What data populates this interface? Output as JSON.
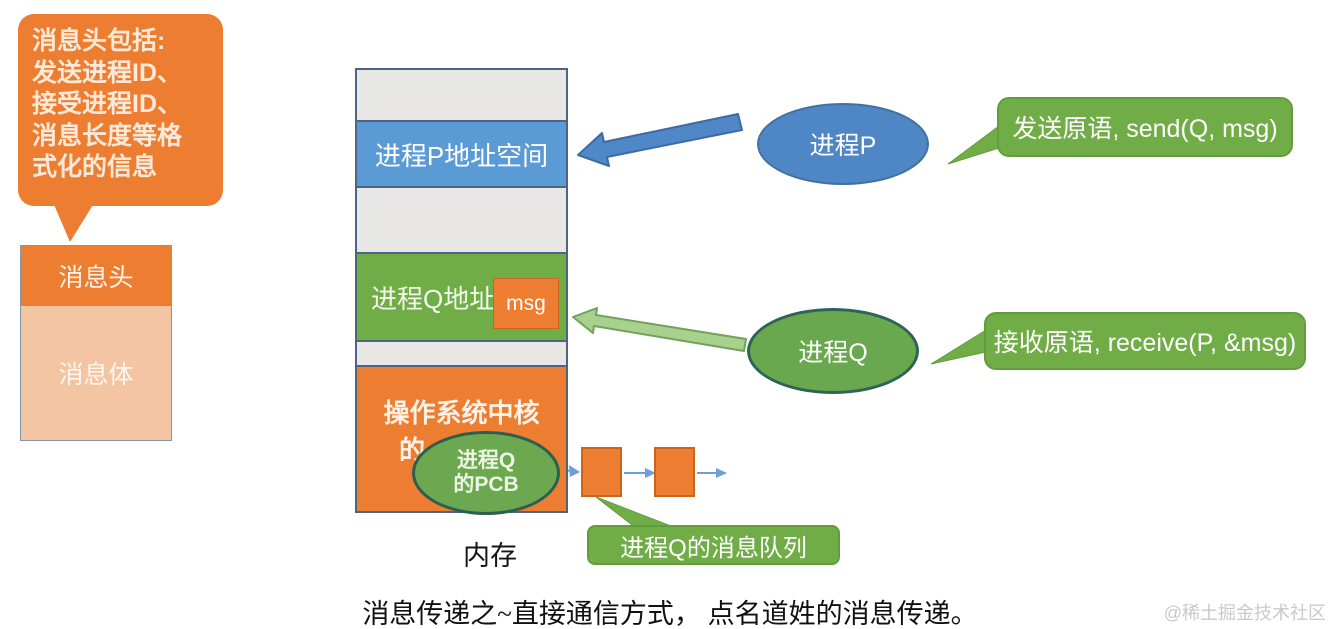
{
  "note_callout": {
    "lines": [
      "消息头包括:",
      "发送进程ID、",
      "接受进程ID、",
      "消息长度等格",
      "式化的信息"
    ]
  },
  "message_box": {
    "header": "消息头",
    "body": "消息体"
  },
  "memory": {
    "label": "内存",
    "segments": {
      "process_p": "进程P地址空间",
      "process_q": "进程Q地址",
      "kernel_line1": "操作系统中核",
      "kernel_line2": "的"
    },
    "msg_chip": "msg"
  },
  "pcb_ellipse": {
    "line1": "进程Q",
    "line2": "的PCB"
  },
  "process_p_label": "进程P",
  "process_q_label": "进程Q",
  "send_callout": "发送原语, send(Q, msg)",
  "receive_callout": "接收原语, receive(P, &msg)",
  "queue_callout": "进程Q的消息队列",
  "caption": "消息传递之~直接通信方式， 点名道姓的消息传递。",
  "watermark": "@稀土掘金技术社区",
  "colors": {
    "orange": "#ED7D31",
    "peach": "#F4C5A2",
    "blue": "#5B9BD5",
    "green": "#70AD47",
    "light_green_arrow": "#A9D18E",
    "gray_segment": "#E8E7E6"
  }
}
